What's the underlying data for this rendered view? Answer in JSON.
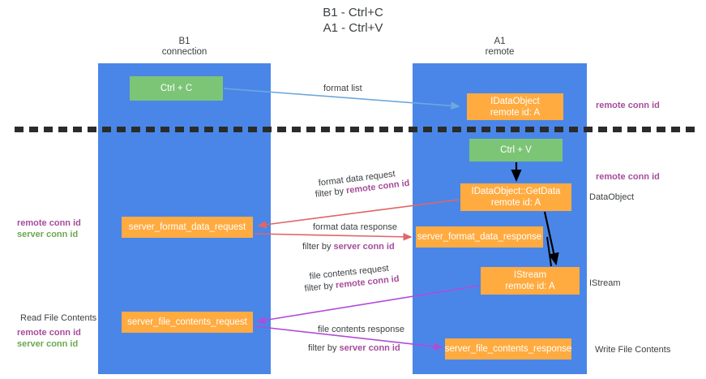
{
  "title": {
    "line1": "B1 - Ctrl+C",
    "line2": "A1 - Ctrl+V"
  },
  "columns": [
    {
      "id": "b1",
      "name": "B1",
      "role": "connection"
    },
    {
      "id": "a1",
      "name": "A1",
      "role": "remote"
    }
  ],
  "colors": {
    "lane": "#4a86e8",
    "green_node": "#7cc576",
    "orange_node": "#ffab40",
    "remote_conn_id": "#a64d9a",
    "server_conn_id": "#6aa84f",
    "separator": "#2b2b2b",
    "arrow_format_list": "#6fa8dc",
    "arrow_format_data": "#e06666",
    "arrow_file_contents": "#b14bd8",
    "arrow_internal": "#000000"
  },
  "nodes": {
    "ctrl_c": {
      "label": "Ctrl + C"
    },
    "ctrl_v": {
      "label": "Ctrl + V"
    },
    "idataobject": {
      "label": "IDataObject",
      "sub": "remote id: A"
    },
    "getdata": {
      "label": "IDataObject::GetData",
      "sub": "remote id: A"
    },
    "istream": {
      "label": "IStream",
      "sub": "remote id: A"
    },
    "server_format_data_request": {
      "label": "server_format_data_request"
    },
    "server_format_data_response": {
      "label": "server_format_data_response"
    },
    "server_file_contents_request": {
      "label": "server_file_contents_request"
    },
    "server_file_contents_response": {
      "label": "server_file_contents_response"
    }
  },
  "edges": {
    "format_list": {
      "label": "format list"
    },
    "format_data_request": {
      "label": "format data request",
      "filter_prefix": "filter by ",
      "filter_key": "remote conn id"
    },
    "format_data_response": {
      "label": "format data response",
      "filter_prefix": "filter by ",
      "filter_key": "server conn id"
    },
    "file_contents_request": {
      "label": "file contents request",
      "filter_prefix": "filter by ",
      "filter_key": "remote conn id"
    },
    "file_contents_response": {
      "label": "file contents response",
      "filter_prefix": "filter by ",
      "filter_key": "server conn id"
    }
  },
  "annotations": {
    "right": {
      "remote_conn_id_top": "remote conn id",
      "remote_conn_id_mid": "remote conn id",
      "dataobject": "DataObject",
      "istream": "IStream",
      "write_file_contents": "Write File Contents"
    },
    "left": {
      "remote_conn_id_a": "remote conn id",
      "server_conn_id_a": "server conn id",
      "read_file_contents": "Read File Contents",
      "remote_conn_id_b": "remote conn id",
      "server_conn_id_b": "server conn id"
    }
  }
}
